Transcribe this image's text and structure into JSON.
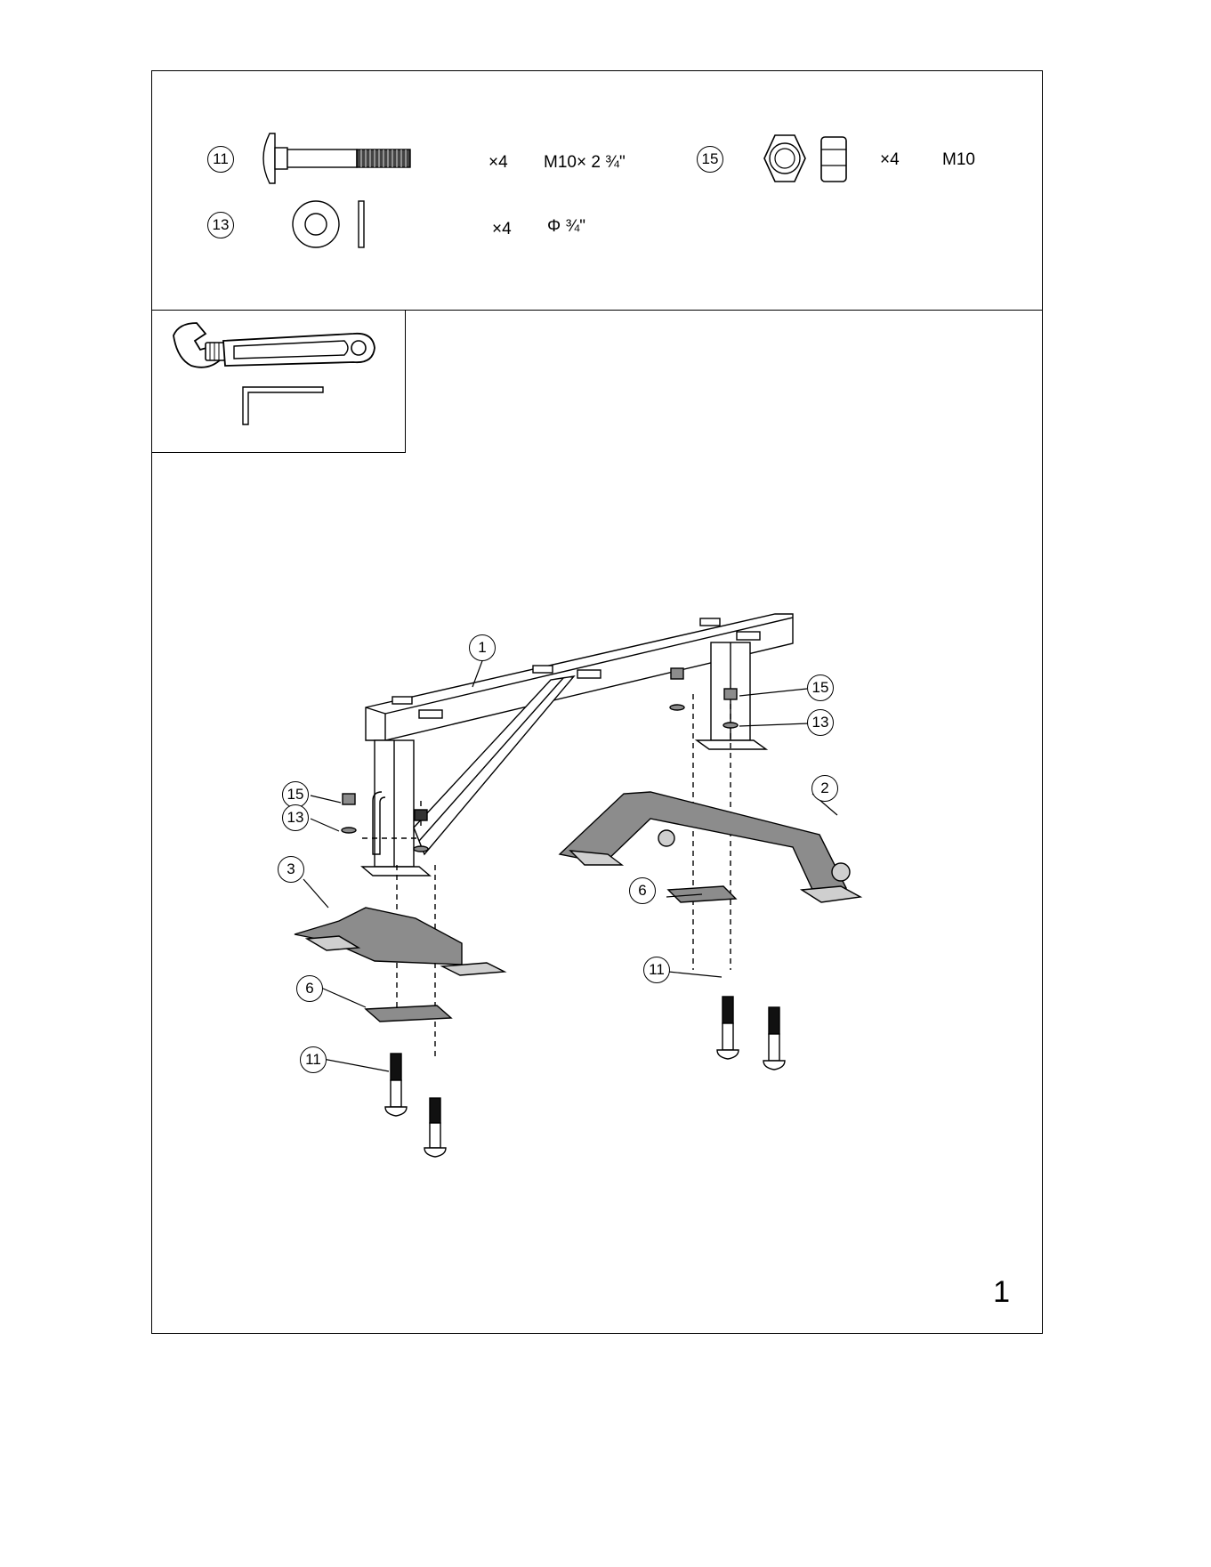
{
  "parts": [
    {
      "id": "11",
      "qty": "×4",
      "spec": "M10× 2 ¾\"",
      "icon": "carriage-bolt-icon"
    },
    {
      "id": "15",
      "qty": "×4",
      "spec": "M10",
      "icon": "hex-nut-icon"
    },
    {
      "id": "13",
      "qty": "×4",
      "spec": "Φ ¾\"",
      "icon": "washer-icon"
    }
  ],
  "tools": [
    "adjustable-wrench-icon",
    "hex-key-icon"
  ],
  "callouts": {
    "frame": "1",
    "rear_base": "2",
    "front_base": "3",
    "plate_left": "6",
    "plate_right": "6",
    "bolt_left": "11",
    "bolt_right": "11",
    "washer_left": "13",
    "washer_right": "13",
    "nut_left": "15",
    "nut_right": "15"
  },
  "page_number": "1",
  "colors": {
    "line": "#000000",
    "metal_fill": "#8c8c8c",
    "metal_light": "#cfcfcf"
  }
}
